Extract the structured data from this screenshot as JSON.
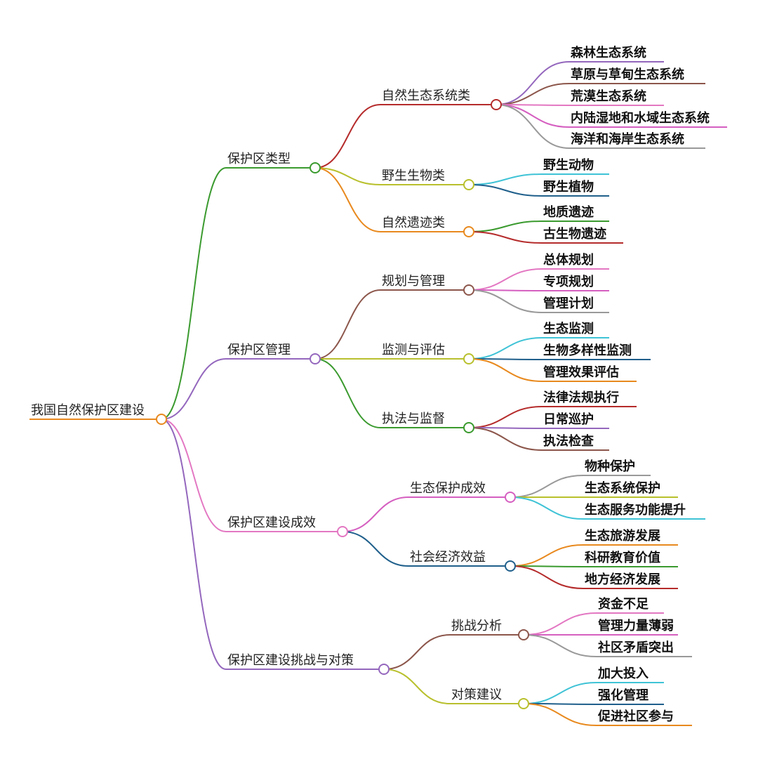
{
  "mindmap": {
    "root": {
      "label": "我国自然保护区建设",
      "color": "#e8891e",
      "children": [
        {
          "label": "保护区类型",
          "color": "#3a9a2e",
          "children": [
            {
              "label": "自然生态系统类",
              "color": "#b52b2b",
              "children": [
                {
                  "label": "森林生态系统",
                  "color": "#9467bd"
                },
                {
                  "label": "草原与草甸生态系统",
                  "color": "#8c564b"
                },
                {
                  "label": "荒漠生态系统",
                  "color": "#e377c2"
                },
                {
                  "label": "内陆湿地和水域生态系统",
                  "color": "#d55fc0"
                },
                {
                  "label": "海洋和海岸生态系统",
                  "color": "#999999"
                }
              ]
            },
            {
              "label": "野生生物类",
              "color": "#b8c02c",
              "children": [
                {
                  "label": "野生动物",
                  "color": "#3fc3d6"
                },
                {
                  "label": "野生植物",
                  "color": "#1f5f8b"
                }
              ]
            },
            {
              "label": "自然遗迹类",
              "color": "#e8891e",
              "children": [
                {
                  "label": "地质遗迹",
                  "color": "#3a9a2e"
                },
                {
                  "label": "古生物遗迹",
                  "color": "#b52b2b"
                }
              ]
            }
          ]
        },
        {
          "label": "保护区管理",
          "color": "#9467bd",
          "children": [
            {
              "label": "规划与管理",
              "color": "#8c564b",
              "children": [
                {
                  "label": "总体规划",
                  "color": "#e377c2"
                },
                {
                  "label": "专项规划",
                  "color": "#d55fc0"
                },
                {
                  "label": "管理计划",
                  "color": "#999999"
                }
              ]
            },
            {
              "label": "监测与评估",
              "color": "#b8c02c",
              "children": [
                {
                  "label": "生态监测",
                  "color": "#3fc3d6"
                },
                {
                  "label": "生物多样性监测",
                  "color": "#1f5f8b"
                },
                {
                  "label": "管理效果评估",
                  "color": "#e8891e"
                }
              ]
            },
            {
              "label": "执法与监督",
              "color": "#3a9a2e",
              "children": [
                {
                  "label": "法律法规执行",
                  "color": "#b52b2b"
                },
                {
                  "label": "日常巡护",
                  "color": "#9467bd"
                },
                {
                  "label": "执法检查",
                  "color": "#8c564b"
                }
              ]
            }
          ]
        },
        {
          "label": "保护区建设成效",
          "color": "#e377c2",
          "children": [
            {
              "label": "生态保护成效",
              "color": "#d55fc0",
              "children": [
                {
                  "label": "物种保护",
                  "color": "#999999"
                },
                {
                  "label": "生态系统保护",
                  "color": "#b8c02c"
                },
                {
                  "label": "生态服务功能提升",
                  "color": "#3fc3d6"
                }
              ]
            },
            {
              "label": "社会经济效益",
              "color": "#1f5f8b",
              "children": [
                {
                  "label": "生态旅游发展",
                  "color": "#e8891e"
                },
                {
                  "label": "科研教育价值",
                  "color": "#3a9a2e"
                },
                {
                  "label": "地方经济发展",
                  "color": "#b52b2b"
                }
              ]
            }
          ]
        },
        {
          "label": "保护区建设挑战与对策",
          "color": "#9467bd",
          "children": [
            {
              "label": "挑战分析",
              "color": "#8c564b",
              "children": [
                {
                  "label": "资金不足",
                  "color": "#e377c2"
                },
                {
                  "label": "管理力量薄弱",
                  "color": "#d55fc0"
                },
                {
                  "label": "社区矛盾突出",
                  "color": "#999999"
                }
              ]
            },
            {
              "label": "对策建议",
              "color": "#b8c02c",
              "children": [
                {
                  "label": "加大投入",
                  "color": "#3fc3d6"
                },
                {
                  "label": "强化管理",
                  "color": "#1f5f8b"
                },
                {
                  "label": "促进社区参与",
                  "color": "#e8891e"
                }
              ]
            }
          ]
        }
      ]
    }
  }
}
